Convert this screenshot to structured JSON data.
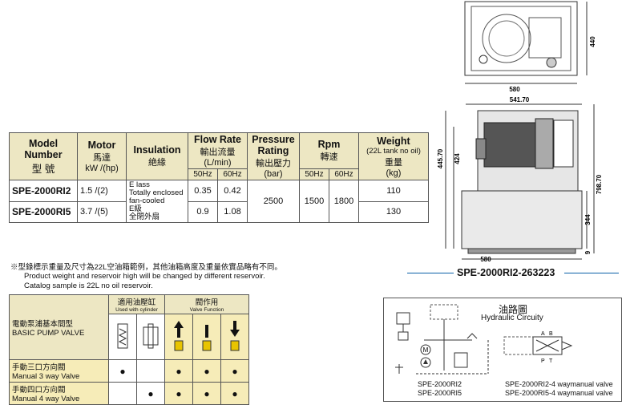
{
  "spec": {
    "headers": {
      "model": [
        "Model",
        "Number",
        "型 號"
      ],
      "motor": [
        "Motor",
        "馬達",
        "kW /(hp)"
      ],
      "insulation": [
        "Insulation",
        "絶緣"
      ],
      "flow": [
        "Flow Rate",
        "輸出流量",
        "(L/min)"
      ],
      "pressure": [
        "Pressure",
        "Rating",
        "輸出壓力",
        "(bar)"
      ],
      "rpm": [
        "Rpm",
        "轉速"
      ],
      "weight": [
        "Weight",
        "(22L tank no oil)",
        "重量",
        "(kg)"
      ]
    },
    "hz": [
      "50Hz",
      "60Hz",
      "50Hz",
      "60Hz"
    ],
    "rows": [
      {
        "model": "SPE-2000RI2",
        "motor": "1.5 /(2)",
        "flow50": "0.35",
        "flow60": "0.42",
        "weight": "110"
      },
      {
        "model": "SPE-2000RI5",
        "motor": "3.7 /(5)",
        "flow50": "0.9",
        "flow60": "1.08",
        "weight": "130"
      }
    ],
    "insulation_lines": [
      "E lass",
      "Totally enclosed",
      "fan-cooled",
      "E級",
      "全閉外扇"
    ],
    "pressure": "2500",
    "rpm50": "1500",
    "rpm60": "1800"
  },
  "notes": [
    "※型錄標示重量及尺寸為22L空油箱範例，其他油箱高度及重量依實品略有不同。",
    "Product weight and reservoir high will be changed by different reservoir.",
    "Catalog sample is  22L no oil reservoir."
  ],
  "valve": {
    "title_zh": "電動泵浦基本間型",
    "title_en": "BASIC PUMP VALVE",
    "cyl_zh": "適用油壓缸",
    "cyl_en": "Used with cylinder",
    "fn_zh": "閥作用",
    "fn_en": "Valve Function",
    "rows": [
      {
        "zh": "手動三口方向閥",
        "en": "Manual 3 way Valve",
        "dots": [
          "●",
          "",
          "●",
          "●",
          "●"
        ]
      },
      {
        "zh": "手動四口方向閥",
        "en": "Manual 4 way Valve",
        "dots": [
          "",
          "●",
          "●",
          "●",
          "●"
        ]
      }
    ]
  },
  "drawing": {
    "dims_top": {
      "width": "580",
      "height": "440"
    },
    "dims_side": {
      "top": "541.70",
      "h1": "445.70",
      "h2": "424",
      "total": "798.70",
      "tank": "344",
      "base": "9",
      "bottom": "580"
    },
    "code": "SPE-2000RI2-263223"
  },
  "hydraulic": {
    "title_zh": "油路圖",
    "title_en": "Hydraulic Circuity",
    "port_a": "A",
    "port_b": "B",
    "port_p": "P",
    "port_t": "T",
    "left_models": [
      "SPE-2000RI2",
      "SPE-2000RI5"
    ],
    "right_models": [
      "SPE-2000RI2-4 waymanual valve",
      "SPE-2000RI5-4 waymanual valve"
    ]
  }
}
